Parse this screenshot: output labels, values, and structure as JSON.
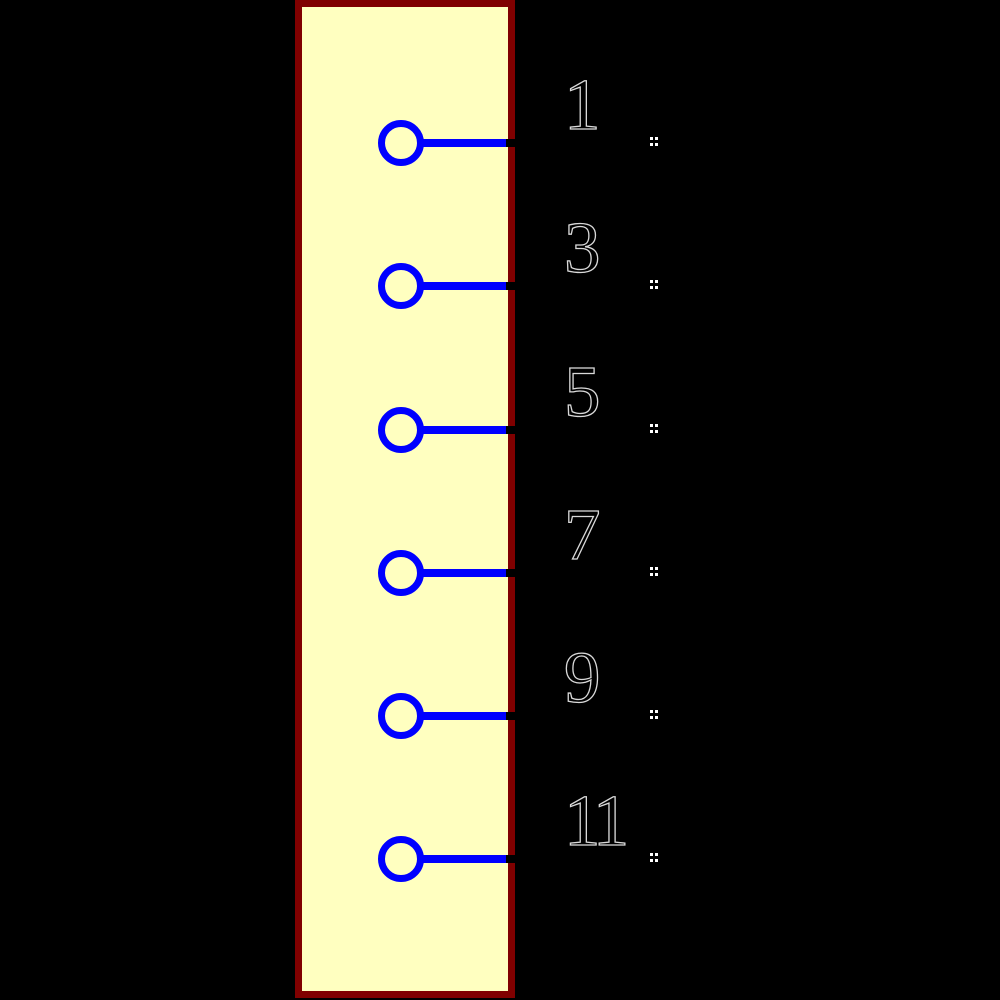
{
  "canvas": {
    "background_color": "#000000"
  },
  "symbol": {
    "type": "connector-symbol",
    "body_fill_color": "#ffffc0",
    "body_border_color": "#800000",
    "pin_color": "#0000ff",
    "pin_endpoint_color": "#000000",
    "pin_number_outline_color": "#d9d9d9",
    "tiny_label_dots_color": "#ffffff",
    "pins": [
      {
        "number": "1"
      },
      {
        "number": "3"
      },
      {
        "number": "5"
      },
      {
        "number": "7"
      },
      {
        "number": "9"
      },
      {
        "number": "11"
      }
    ]
  }
}
